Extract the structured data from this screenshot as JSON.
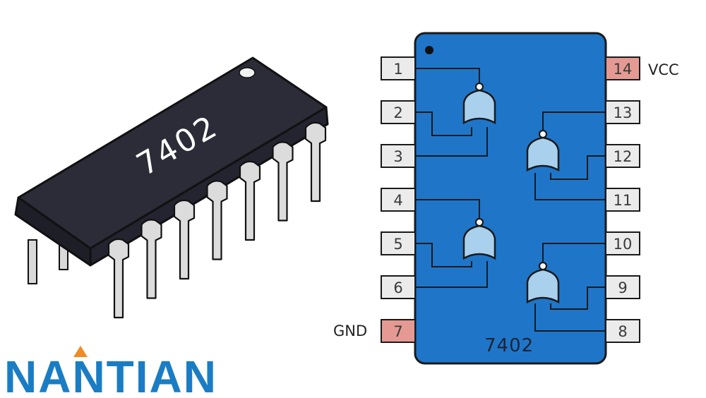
{
  "chip_marking": "7402",
  "pinout_label": "7402",
  "logo_text": "NANTIAN",
  "power_labels": {
    "vcc": "VCC",
    "gnd": "GND"
  },
  "pins": [
    {
      "number": "1",
      "highlight": false
    },
    {
      "number": "2",
      "highlight": false
    },
    {
      "number": "3",
      "highlight": false
    },
    {
      "number": "4",
      "highlight": false
    },
    {
      "number": "5",
      "highlight": false
    },
    {
      "number": "6",
      "highlight": false
    },
    {
      "number": "7",
      "highlight": true
    },
    {
      "number": "8",
      "highlight": false
    },
    {
      "number": "9",
      "highlight": false
    },
    {
      "number": "10",
      "highlight": false
    },
    {
      "number": "11",
      "highlight": false
    },
    {
      "number": "12",
      "highlight": false
    },
    {
      "number": "13",
      "highlight": false
    },
    {
      "number": "14",
      "highlight": true
    }
  ],
  "colors": {
    "chip_body": "#1f76c9",
    "gate_fill": "#a9d1ee",
    "pin_box": "#ebebeb",
    "pin_highlight": "#e49a92",
    "package_top": "#2b2c38",
    "package_side": "#1d1e28",
    "lead": "#dcdcdc",
    "logo_blue": "#1a7dc4",
    "logo_orange": "#f08a24"
  }
}
